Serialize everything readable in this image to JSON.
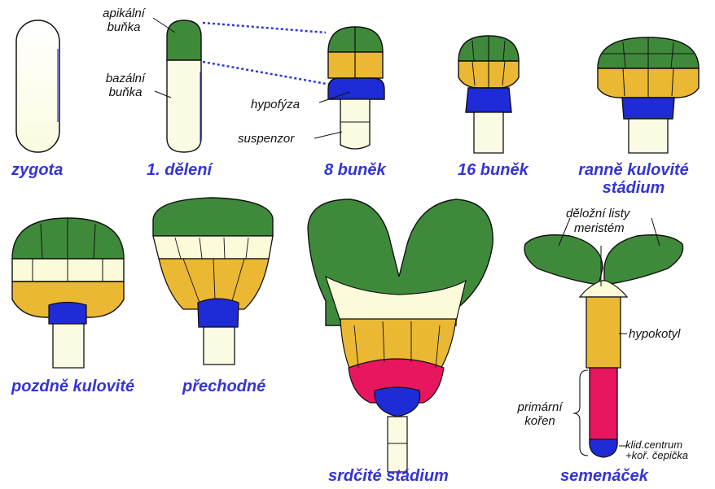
{
  "stages": {
    "zygota": "zygota",
    "first_division": "1. dělení",
    "eight_cells": "8 buněk",
    "sixteen_cells": "16 buněk",
    "early_globular_l1": "ranně kulovité",
    "early_globular_l2": "stádium",
    "late_globular": "pozdně kulovité",
    "transitional": "přechodné",
    "heart": "srdčité  stádium",
    "seedling": "semenáček"
  },
  "labels": {
    "apical_l1": "apikální",
    "apical_l2": "buňka",
    "basal_l1": "bazální",
    "basal_l2": "buňka",
    "hypophysis": "hypofýza",
    "suspensor": "suspenzor",
    "cotyledons": "děložní listy",
    "meristem": "meristém",
    "hypocotyl": "hypokotyl",
    "root_l1": "primární",
    "root_l2": "kořen",
    "center_l1": "klid.centrum",
    "center_l2": "+koř. čepička"
  },
  "colors": {
    "green": "#3f8a3a",
    "yellow": "#eab833",
    "cream": "#fbfbda",
    "blue": "#1f2bd6",
    "pink": "#e8165e",
    "outline": "#111111",
    "stage_text": "#3434d8"
  }
}
